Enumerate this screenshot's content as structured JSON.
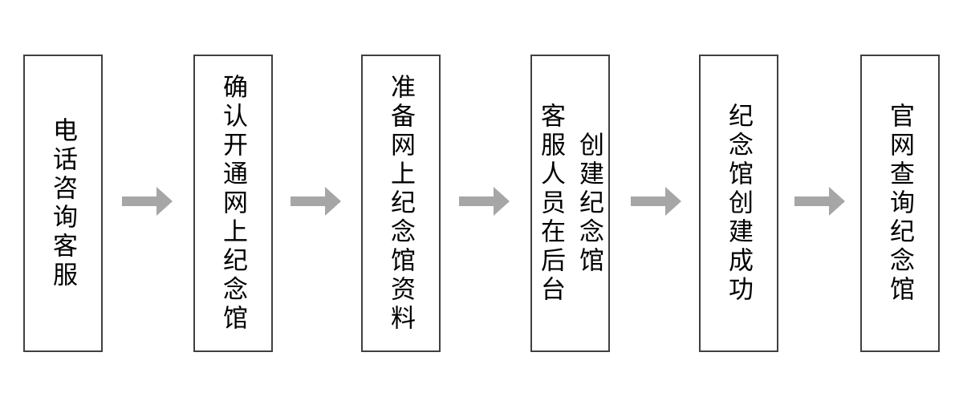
{
  "diagram": {
    "type": "flowchart",
    "direction": "left-to-right",
    "steps": [
      {
        "lines": [
          "电话咨询客服"
        ]
      },
      {
        "lines": [
          "确认开通网上纪念馆"
        ]
      },
      {
        "lines": [
          "准备网上纪念馆资料"
        ]
      },
      {
        "lines": [
          "客服人员在后台",
          "创建纪念馆"
        ]
      },
      {
        "lines": [
          "纪念馆创建成功"
        ]
      },
      {
        "lines": [
          "官网查询纪念馆"
        ]
      }
    ],
    "connector_count": 5
  },
  "colors": {
    "background": "#ffffff",
    "box_border": "#404040",
    "box_fill": "#ffffff",
    "text": "#000000",
    "arrow": "#a6a6a6"
  }
}
